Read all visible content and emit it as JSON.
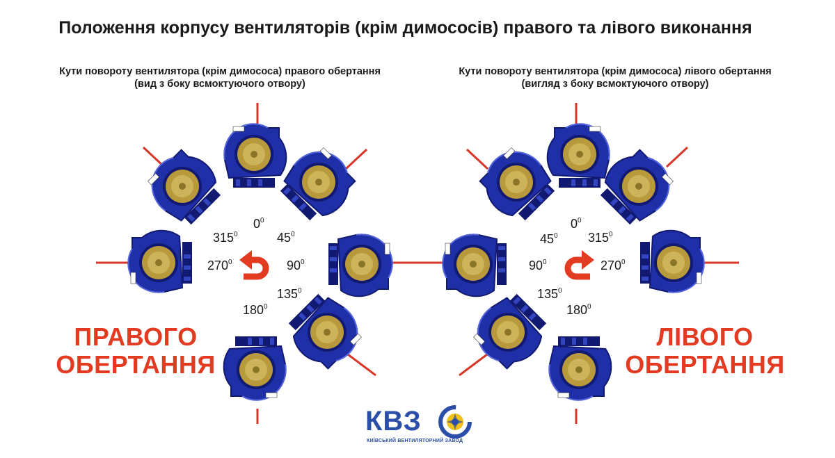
{
  "title": "Положення корпусу вентиляторів (крім димососів) правого та лівого виконання",
  "right_panel": {
    "heading": "Кути повороту вентилятора (крім димососа) правого обертання",
    "subheading": "(вид з боку всмоктуючого отвору)",
    "rotation_label_line1": "ПРАВОГО",
    "rotation_label_line2": "ОБЕРТАННЯ",
    "angles": [
      "0",
      "45",
      "90",
      "135",
      "180",
      "270",
      "315"
    ]
  },
  "left_panel": {
    "heading": "Кути повороту вентилятора (крім димососа) лівого обертання",
    "subheading": "(вигляд з боку всмоктуючого отвору)",
    "rotation_label_line1": "ЛІВОГО",
    "rotation_label_line2": "ОБЕРТАННЯ",
    "angles": [
      "0",
      "45",
      "90",
      "135",
      "180",
      "270",
      "315"
    ]
  },
  "degree_symbol": "0",
  "logo": {
    "text": "КВЗ",
    "subtext": "КИЇВСЬКИЙ ВЕНТИЛЯТОРНИЙ ЗАВОД"
  },
  "colors": {
    "fan_body": "#1f2fa8",
    "fan_dark": "#111a70",
    "impeller": "#b89a3c",
    "axis_line": "#d9362a",
    "arrow": "#e33a22",
    "rotation_text": "#e33a22",
    "logo_blue": "#2b4ea8",
    "logo_yellow": "#f2c21a"
  },
  "icons": [
    "fan-housing-icon",
    "rotation-arrow-icon",
    "logo-impeller-icon"
  ]
}
